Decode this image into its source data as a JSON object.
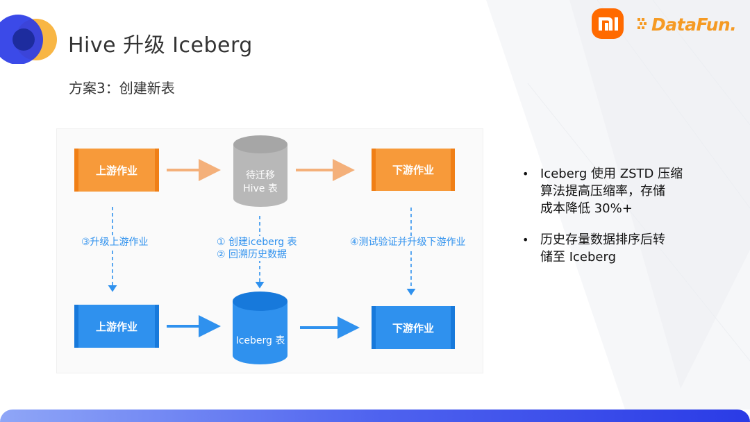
{
  "header": {
    "title": "Hive  升级  Iceberg",
    "subtitle": "方案3：创建新表"
  },
  "logos": {
    "mi": "mi",
    "datafun": "DataFun."
  },
  "diagram": {
    "upstream_top": "上游作业",
    "hive_table_line1": "待迁移",
    "hive_table_line2": "Hive 表",
    "downstream_top": "下游作业",
    "step3": "③升级上游作业",
    "step1": "① 创建iceberg 表",
    "step2": "② 回溯历史数据",
    "step4": "④测试验证并升级下游作业",
    "upstream_bottom": "上游作业",
    "iceberg_table": "Iceberg 表",
    "downstream_bottom": "下游作业"
  },
  "bullets": [
    {
      "line1": "Iceberg 使用 ZSTD 压缩",
      "line2": "算法提高压缩率，存储",
      "line3": "成本降低 30%+"
    },
    {
      "line1": "历史存量数据排序后转",
      "line2": "储至 Iceberg"
    }
  ],
  "colors": {
    "orange": "#f79a3a",
    "blue": "#2f91ee",
    "gray_cylinder": "#b8b8b8",
    "brand_blue": "#2a3be6",
    "brand_orange": "#f59a23"
  },
  "icons": {
    "bullet": "•"
  }
}
